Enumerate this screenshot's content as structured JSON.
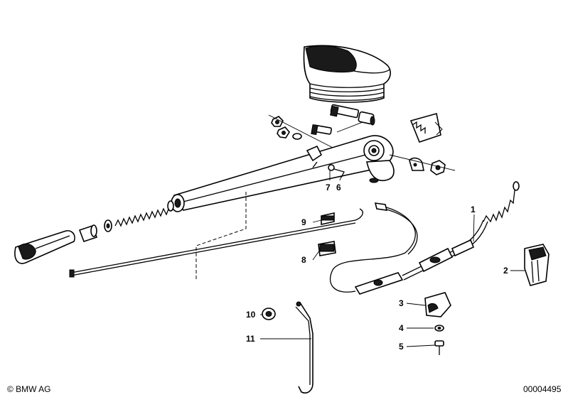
{
  "callouts": [
    {
      "id": "1",
      "text": "1"
    },
    {
      "id": "2",
      "text": "2"
    },
    {
      "id": "3",
      "text": "3"
    },
    {
      "id": "4",
      "text": "4"
    },
    {
      "id": "5",
      "text": "5"
    },
    {
      "id": "6",
      "text": "6"
    },
    {
      "id": "7",
      "text": "7"
    },
    {
      "id": "8",
      "text": "8"
    },
    {
      "id": "9",
      "text": "9"
    },
    {
      "id": "10",
      "text": "10"
    },
    {
      "id": "11",
      "text": "11"
    }
  ],
  "footer": {
    "copyright": "© BMW AG",
    "diagram_number": "00004495"
  }
}
